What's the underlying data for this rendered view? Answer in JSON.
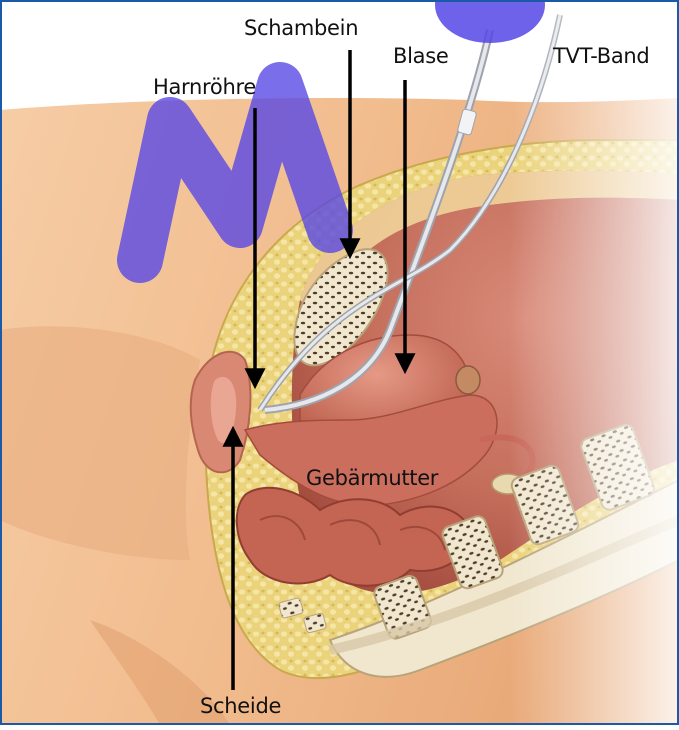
{
  "figure": {
    "labels": {
      "schambein": "Schambein",
      "blase": "Blase",
      "tvt_band": "TVT-Band",
      "harnroehre": "Harnröhre",
      "gebaermutter": "Gebärmutter",
      "scheide": "Scheide"
    },
    "watermark_letter": "M",
    "colors": {
      "border": "#1a5aa8",
      "skin": "#f2c296",
      "skin_shadow": "#e3a574",
      "fat": "#e9cf6a",
      "bone": "#f3ead2",
      "bone_dots": "#5a4630",
      "cavity": "#bd6a58",
      "bladder": "#d17a68",
      "uterus": "#c9685a",
      "intestine": "#b85a4a",
      "tape": "#c9ccd3",
      "watermark": "#5545e6",
      "arrow": "#000000"
    }
  }
}
